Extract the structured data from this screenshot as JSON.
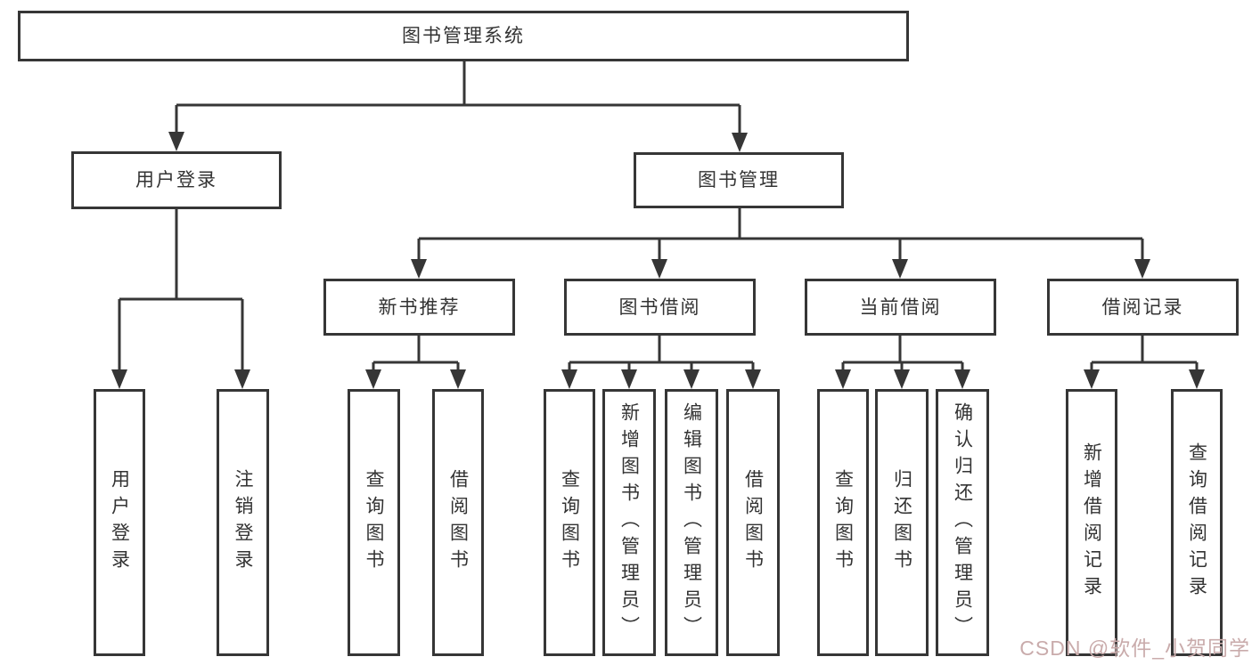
{
  "diagram_type": "hierarchy-tree",
  "tree": {
    "label": "图书管理系统",
    "children": [
      {
        "label": "用户登录",
        "children": [
          {
            "label": "用户登录"
          },
          {
            "label": "注销登录"
          }
        ]
      },
      {
        "label": "图书管理",
        "children": [
          {
            "label": "新书推荐",
            "children": [
              {
                "label": "查询图书"
              },
              {
                "label": "借阅图书"
              }
            ]
          },
          {
            "label": "图书借阅",
            "children": [
              {
                "label": "查询图书"
              },
              {
                "label": "新增图书（管理员）"
              },
              {
                "label": "编辑图书（管理员）"
              },
              {
                "label": "借阅图书"
              }
            ]
          },
          {
            "label": "当前借阅",
            "children": [
              {
                "label": "查询图书"
              },
              {
                "label": "归还图书"
              },
              {
                "label": "确认归还（管理员）"
              }
            ]
          },
          {
            "label": "借阅记录",
            "children": [
              {
                "label": "新增借阅记录"
              },
              {
                "label": "查询借阅记录"
              }
            ]
          }
        ]
      }
    ]
  },
  "watermark": {
    "text": "CSDN @软件_小贺同学",
    "color": "#c9abab"
  },
  "colors": {
    "line": "#363636",
    "box_border": "#363636",
    "box_fill": "#ffffff",
    "text": "#333333",
    "background": "#ffffff"
  }
}
